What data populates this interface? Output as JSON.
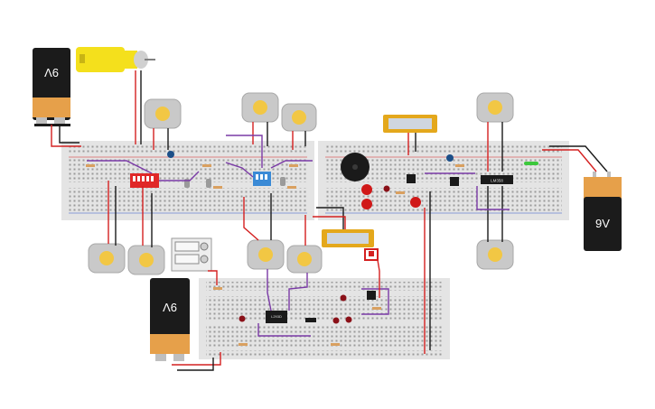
{
  "circuit": {
    "batteries": [
      {
        "label": "9V",
        "orientation": "flipped"
      },
      {
        "label": "9V",
        "orientation": "upright"
      },
      {
        "label": "9V",
        "orientation": "flipped"
      }
    ],
    "chips": [
      {
        "label": "LM358"
      },
      {
        "label": "L293D"
      }
    ],
    "colors": {
      "board": "#e4e4e4",
      "wire_red": "#d42020",
      "wire_black": "#1a1a1a",
      "wire_purple": "#7a3aa6",
      "battery_body": "#1b1b1b",
      "battery_cap": "#e6a04a",
      "motor_body": "#c9c9c9",
      "motor_hub": "#f2c744",
      "gear_motor": "#f4e01c",
      "lcd_frame": "#e4a81c",
      "lcd_screen": "#cfd6df",
      "dip_red": "#e02828",
      "dip_blue": "#3a8ad6",
      "buzzer": "#1a1a1a",
      "led_red": "#c8141e"
    },
    "icons": [
      "battery-icon",
      "dc-motor-icon",
      "gear-motor-icon",
      "lcd-display-icon",
      "dip-switch-icon",
      "buzzer-icon",
      "led-icon",
      "ic-chip-icon",
      "transistor-icon",
      "resistor-icon",
      "multimeter-icon"
    ]
  }
}
